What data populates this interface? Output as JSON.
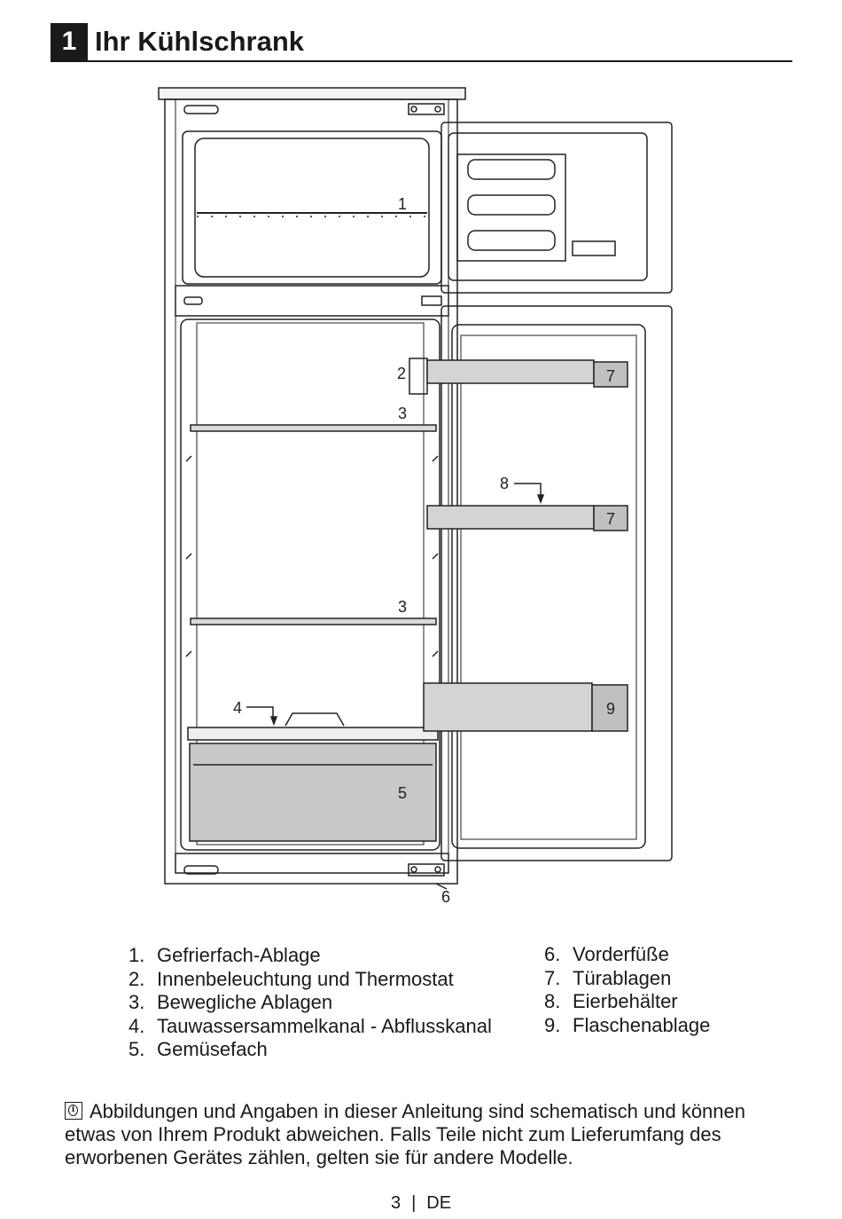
{
  "header": {
    "chapter_number": "1",
    "title": "Ihr Kühlschrank"
  },
  "diagram_labels": {
    "l1": "1",
    "l2": "2",
    "l3a": "3",
    "l3b": "3",
    "l4": "4",
    "l5": "5",
    "l6": "6",
    "l7a": "7",
    "l7b": "7",
    "l8": "8",
    "l9": "9"
  },
  "parts_left": [
    {
      "num": "1.",
      "text": "Gefrierfach-Ablage"
    },
    {
      "num": "2.",
      "text": "Innenbeleuchtung und Thermostat"
    },
    {
      "num": "3.",
      "text": "Bewegliche Ablagen"
    },
    {
      "num": "4.",
      "text": "Tauwassersammelkanal - Abflusskanal"
    },
    {
      "num": "5.",
      "text": "Gemüsefach"
    }
  ],
  "parts_right": [
    {
      "num": "6.",
      "text": "Vorderfüße"
    },
    {
      "num": "7.",
      "text": "Türablagen"
    },
    {
      "num": "8.",
      "text": "Eierbehälter"
    },
    {
      "num": "9.",
      "text": "Flaschenablage"
    }
  ],
  "note": {
    "icon": "info-icon",
    "text": "Abbildungen und Angaben in dieser Anleitung sind schematisch und können etwas von Ihrem Produkt abweichen. Falls Teile nicht zum Lieferumfang des erworbenen Gerätes zählen, gelten sie für andere Modelle."
  },
  "footer": {
    "page_number": "3",
    "separator": "|",
    "language": "DE"
  }
}
